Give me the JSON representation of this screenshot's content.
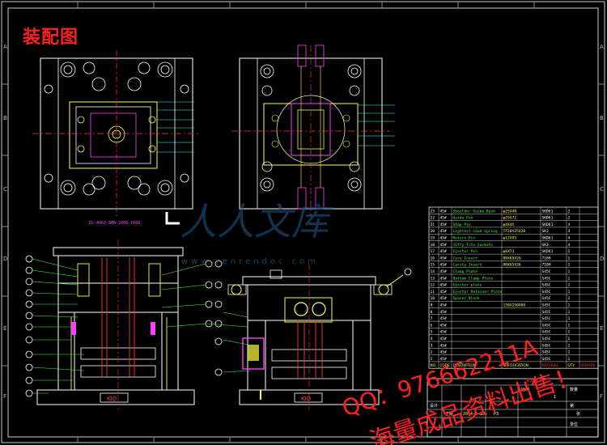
{
  "drawing": {
    "title": "装配图",
    "frame_letters": [
      "A",
      "B",
      "C",
      "D",
      "E",
      "F"
    ],
    "part_id_caption": "DS-4062-AMA-2006-1008",
    "kio_label": "KIO",
    "watermark_cn": "人人文库",
    "watermark_url": "www.renrendoc.com",
    "promo_line1": "QQ：976662211A",
    "promo_line2": "海量成品资料出售！"
  },
  "bom": {
    "rows": [
      {
        "no": "23",
        "code": "45#",
        "name": "Shoulder Guide Bush",
        "spec": "φ25X40",
        "mat": "SKD61",
        "qty": "2"
      },
      {
        "no": "22",
        "code": "45#",
        "name": "Guide Pin",
        "spec": "φ25X72",
        "mat": "SKD61",
        "qty": "2"
      },
      {
        "no": "21",
        "code": "45#",
        "name": "Stop Pin",
        "spec": "φ4X45",
        "mat": "SKD61",
        "qty": "4"
      },
      {
        "no": "20",
        "code": "45#",
        "name": "Lightest Load Spring",
        "spec": "TF20X35X20",
        "mat": "SK3",
        "qty": "4"
      },
      {
        "no": "19",
        "code": "45#",
        "name": "Return Pin",
        "spec": "φ12X95",
        "mat": "SKD61",
        "qty": "4"
      },
      {
        "no": "18",
        "code": "45#",
        "name": "Jiffy-Tite Sockets",
        "spec": "",
        "mat": "SK3",
        "qty": "4"
      },
      {
        "no": "17",
        "code": "45#",
        "name": "Ejector Pin",
        "spec": "φ6X73",
        "mat": "SKD61",
        "qty": "2"
      },
      {
        "no": "16",
        "code": "45#",
        "name": "Core Insert",
        "spec": "80X65X26",
        "mat": "718H",
        "qty": "1"
      },
      {
        "no": "15",
        "code": "45#",
        "name": "Cavity Insert",
        "spec": "80X65X26",
        "mat": "718H",
        "qty": "1"
      },
      {
        "no": "14",
        "code": "45#",
        "name": "Clamp Plate",
        "spec": "",
        "mat": "S45C",
        "qty": "1"
      },
      {
        "no": "13",
        "code": "45#",
        "name": "Bottom Clamp Plate",
        "spec": "",
        "mat": "S45C",
        "qty": "1"
      },
      {
        "no": "12",
        "code": "45#",
        "name": "Ejector plate",
        "spec": "",
        "mat": "S45C",
        "qty": "1"
      },
      {
        "no": "11",
        "code": "45#",
        "name": "Ejector Retainer Plate",
        "spec": "",
        "mat": "S45C",
        "qty": "1"
      },
      {
        "no": "10",
        "code": "45#",
        "name": "Spacer Block",
        "spec": "",
        "mat": "S45C",
        "qty": "2"
      },
      {
        "no": "9",
        "code": "45#",
        "name": "",
        "spec": "150X250X60",
        "mat": "S45C",
        "qty": "1"
      },
      {
        "no": "8",
        "code": "45#",
        "name": "",
        "spec": "",
        "mat": "S45C",
        "qty": "1"
      },
      {
        "no": "7",
        "code": "45#",
        "name": "",
        "spec": "",
        "mat": "S45C",
        "qty": "1"
      },
      {
        "no": "6",
        "code": "45#",
        "name": "",
        "spec": "",
        "mat": "S45C",
        "qty": "1"
      },
      {
        "no": "5",
        "code": "45#",
        "name": "",
        "spec": "",
        "mat": "S45C",
        "qty": "1"
      },
      {
        "no": "4",
        "code": "45#",
        "name": "",
        "spec": "",
        "mat": "S45C",
        "qty": "1"
      },
      {
        "no": "3",
        "code": "45#",
        "name": "",
        "spec": "",
        "mat": "S45C",
        "qty": "1"
      },
      {
        "no": "2",
        "code": "45#",
        "name": "",
        "spec": "",
        "mat": "S45C",
        "qty": "1"
      },
      {
        "no": "1",
        "code": "45#",
        "name": "",
        "spec": "",
        "mat": "S45C",
        "qty": "1"
      }
    ],
    "header": {
      "no": "NO",
      "code": "CODE",
      "name": "DESCRIPTION",
      "spec": "SPECIFICATION",
      "mat": "MATERIAL",
      "qty": "QTY",
      "rem": "REMARK"
    }
  },
  "titleblock": {
    "designer_label": "设计",
    "designer": "王丽",
    "date": "2014-5-27",
    "scale_label": "比例",
    "scale": "1",
    "qty_label": "数量",
    "sheet_label": "第",
    "sheet": "张",
    "drawing_name": "装配图",
    "size": "P3",
    "unit_label": "单位"
  },
  "colors": {
    "frame": "#ffffff",
    "outline": "#ffffff",
    "center": "#ff3030",
    "hidden": "#ff40ff",
    "yellow": "#ffff40",
    "green": "#40ff40",
    "cyan": "#40ffff",
    "red": "#ff2020"
  }
}
